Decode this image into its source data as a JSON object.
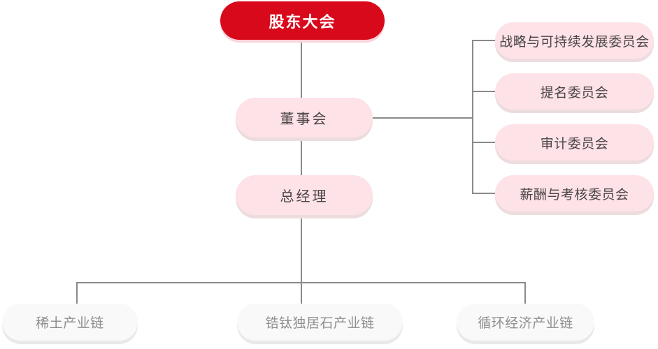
{
  "org_chart": {
    "root": {
      "label": "股东大会"
    },
    "board": {
      "label": "董事会"
    },
    "general_manager": {
      "label": "总经理"
    },
    "committees": [
      {
        "label": "战略与可持续发展委员会"
      },
      {
        "label": "提名委员会"
      },
      {
        "label": "审计委员会"
      },
      {
        "label": "薪酬与考核委员会"
      }
    ],
    "business_chains": [
      {
        "label": "稀土产业链"
      },
      {
        "label": "锆钛独居石产业链"
      },
      {
        "label": "循环经济产业链"
      }
    ]
  },
  "colors": {
    "root_fill": "#d9091c",
    "root_text": "#ffffff",
    "root_shadow": "#fbd4da",
    "pink_fill": "#fde2e7",
    "pink_text": "#4a4446",
    "pink_shadow": "#eddcde",
    "white_fill": "#f9f9f9",
    "white_text": "#8e8e8e",
    "white_shadow": "#e9e9e9",
    "connector": "#8a8a8a"
  }
}
